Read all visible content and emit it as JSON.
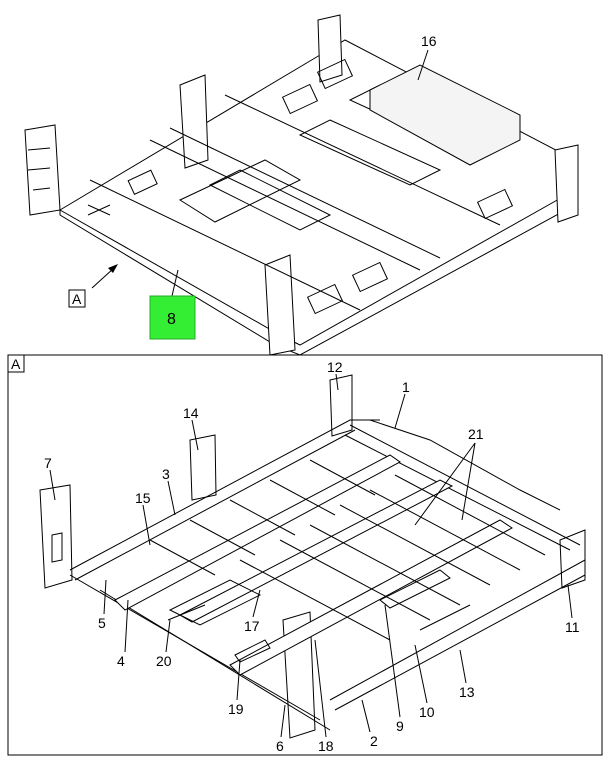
{
  "top_view": {
    "view_marker": "A",
    "callouts": [
      {
        "id": "c16",
        "text": "16"
      },
      {
        "id": "c8",
        "text": "8",
        "highlighted": true
      }
    ]
  },
  "detail_view": {
    "title": "A",
    "callouts": [
      {
        "id": "c1",
        "text": "1"
      },
      {
        "id": "c2",
        "text": "2"
      },
      {
        "id": "c3",
        "text": "3"
      },
      {
        "id": "c4",
        "text": "4"
      },
      {
        "id": "c5",
        "text": "5"
      },
      {
        "id": "c6",
        "text": "6"
      },
      {
        "id": "c7",
        "text": "7"
      },
      {
        "id": "c9",
        "text": "9"
      },
      {
        "id": "c10",
        "text": "10"
      },
      {
        "id": "c11",
        "text": "11"
      },
      {
        "id": "c12",
        "text": "12"
      },
      {
        "id": "c13",
        "text": "13"
      },
      {
        "id": "c14",
        "text": "14"
      },
      {
        "id": "c15",
        "text": "15"
      },
      {
        "id": "c17",
        "text": "17"
      },
      {
        "id": "c18",
        "text": "18"
      },
      {
        "id": "c19",
        "text": "19"
      },
      {
        "id": "c20",
        "text": "20"
      },
      {
        "id": "c21",
        "text": "21"
      }
    ]
  },
  "colors": {
    "highlight": "#33ee33",
    "line": "#000000",
    "background": "#ffffff"
  }
}
